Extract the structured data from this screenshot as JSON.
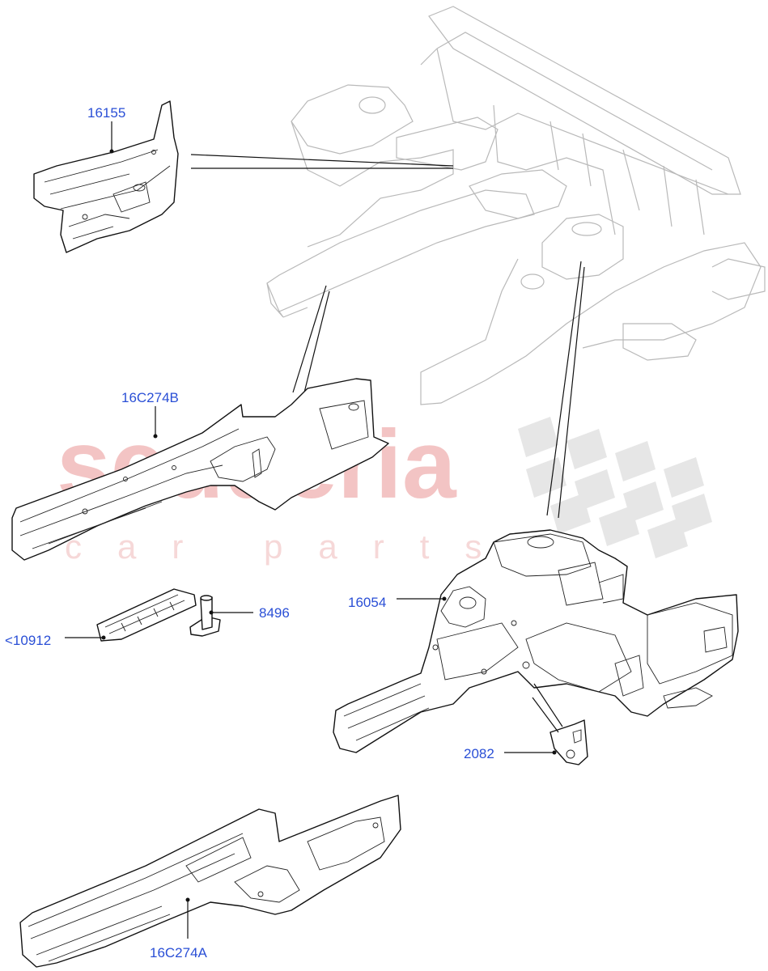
{
  "watermark": {
    "main": "scuderia",
    "sub": "car parts"
  },
  "callouts": {
    "c16155": "16155",
    "c16C274B": "16C274B",
    "c8496": "8496",
    "c10912": "<10912",
    "c16054": "16054",
    "c2082": "2082",
    "c16C274A": "16C274A"
  },
  "colors": {
    "label": "#2a4fd6",
    "watermark": "#f3c4c4",
    "ghost_assembly": "#b9b9b9"
  }
}
